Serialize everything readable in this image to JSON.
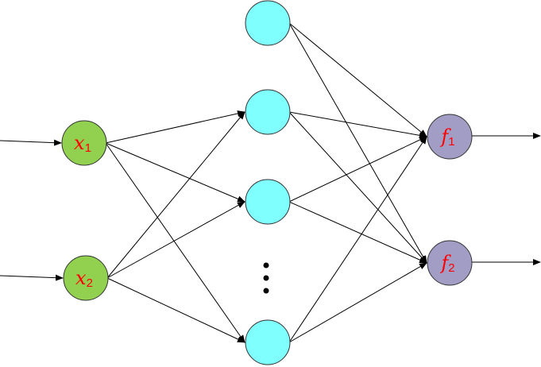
{
  "diagram": {
    "type": "neural-network",
    "colors": {
      "input_fill": "#92D050",
      "hidden_fill": "#80FFFF",
      "output_fill": "#A29DC4",
      "stroke": "#000000",
      "label": "#FF0000"
    },
    "layers": {
      "input": [
        {
          "id": "x1",
          "var": "x",
          "sub": "1"
        },
        {
          "id": "x2",
          "var": "x",
          "sub": "2"
        }
      ],
      "hidden": [
        {
          "id": "h1"
        },
        {
          "id": "h2"
        },
        {
          "id": "h3"
        },
        {
          "id": "h4"
        }
      ],
      "hidden_ellipsis_after": "h3",
      "output": [
        {
          "id": "f1",
          "var": "f",
          "sub": "1"
        },
        {
          "id": "f2",
          "var": "f",
          "sub": "2"
        }
      ]
    },
    "edges": [
      [
        "x1",
        "h2"
      ],
      [
        "x1",
        "h3"
      ],
      [
        "x1",
        "h4"
      ],
      [
        "x2",
        "h2"
      ],
      [
        "x2",
        "h3"
      ],
      [
        "x2",
        "h4"
      ],
      [
        "h1",
        "f1"
      ],
      [
        "h1",
        "f2"
      ],
      [
        "h2",
        "f1"
      ],
      [
        "h2",
        "f2"
      ],
      [
        "h3",
        "f1"
      ],
      [
        "h3",
        "f2"
      ],
      [
        "h4",
        "f1"
      ],
      [
        "h4",
        "f2"
      ]
    ],
    "external_inputs": [
      "x1",
      "x2"
    ],
    "external_outputs": [
      "f1",
      "f2"
    ]
  }
}
